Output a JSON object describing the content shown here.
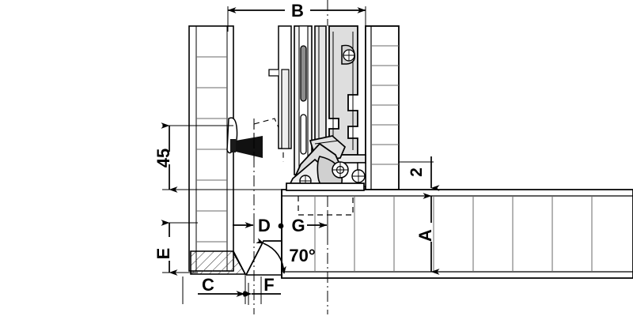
{
  "drawing": {
    "title": "Cabinet cross-section with drawer slide and hinge mechanism",
    "background_color": "#ffffff",
    "line_color": "#000000",
    "fill_light": "#e9e9e9",
    "fill_mid": "#d6d6d6",
    "fill_dark": "#9a9a9a",
    "hatch_color": "#555555"
  },
  "dimensions": {
    "b": {
      "label": "B",
      "orientation": "horizontal",
      "position": "top"
    },
    "a": {
      "label": "A",
      "orientation": "vertical-rotated",
      "position": "right"
    },
    "c": {
      "label": "C",
      "orientation": "horizontal",
      "position": "bottom-left"
    },
    "d": {
      "label": "D",
      "orientation": "horizontal",
      "position": "mid-left"
    },
    "e": {
      "label": "E",
      "orientation": "vertical-rotated",
      "position": "left-lower"
    },
    "f": {
      "label": "F",
      "orientation": "horizontal",
      "position": "bottom"
    },
    "g": {
      "label": "G",
      "orientation": "horizontal",
      "position": "mid-center"
    },
    "forty_five": {
      "label": "45",
      "orientation": "vertical-rotated",
      "position": "left-upper"
    },
    "two": {
      "label": "2",
      "orientation": "vertical-rotated",
      "position": "right-upper"
    },
    "angle": {
      "label": "70°",
      "orientation": "horizontal",
      "position": "bottom-center"
    }
  },
  "parts": {
    "door_panel": "left vertical door panel with horizontal hatching",
    "cabinet_side": "right vertical cabinet side panel with horizontal hatching",
    "drawer_bottom": "horizontal drawer base panel with vertical hatching",
    "slide_rail": "drawer runner / slide rail assembly",
    "hinge_body": "concealed hinge cup and arm assembly",
    "brush_seal": "brush gasket seal",
    "pivot_a": "hinge pivot point",
    "pivot_b": "hinge pivot point",
    "pivot_c": "hinge pivot point"
  }
}
